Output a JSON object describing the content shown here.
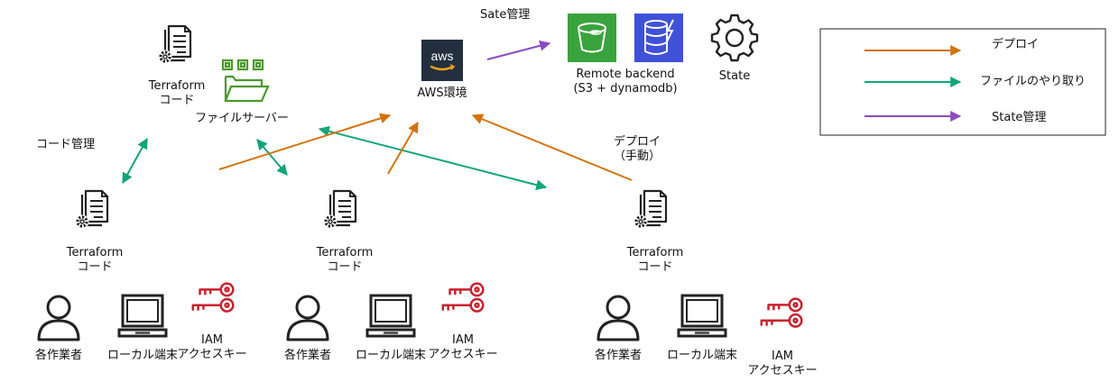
{
  "colors": {
    "deploy": "#d4720c",
    "file": "#12a47a",
    "state": "#8a4bbf",
    "aws_dark": "#232f3e",
    "s3": "#3aa33d",
    "dynamodb": "#3f51d8",
    "server_green": "#4a9a2a",
    "iam_red": "#c8222e",
    "icon_dark": "#222222"
  },
  "labels": {
    "sate_kanri": "Sate管理",
    "aws_logo": "aws",
    "aws_env": "AWS環境",
    "remote_backend_1": "Remote backend",
    "remote_backend_2": "(S3 + dynamodb)",
    "state": "State",
    "terraform": "Terraform",
    "code": "コード",
    "file_server": "ファイルサーバー",
    "code_kanri": "コード管理",
    "deploy_manual_1": "デプロイ",
    "deploy_manual_2": "（手動）",
    "worker": "各作業者",
    "local_pc": "ローカル端末",
    "iam": "IAM",
    "access_key": "アクセスキー"
  },
  "legend": [
    {
      "label": "デプロイ",
      "color_key": "deploy"
    },
    {
      "label": "ファイルのやり取り",
      "color_key": "file"
    },
    {
      "label": "State管理",
      "color_key": "state"
    }
  ]
}
